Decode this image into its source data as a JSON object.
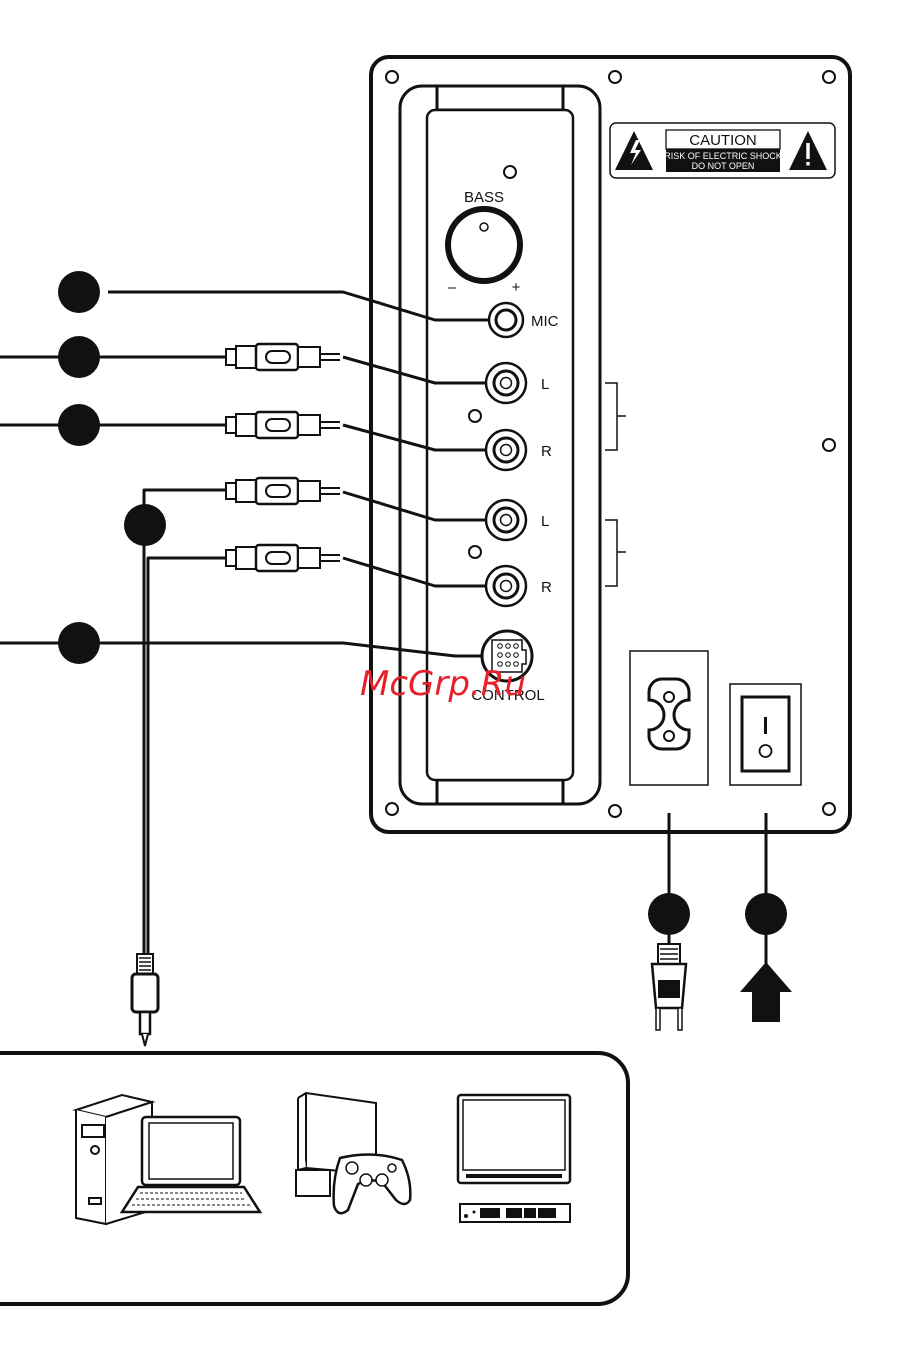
{
  "panel": {
    "bass_label": "BASS",
    "bass_minus": "–",
    "bass_plus": "+",
    "mic_label": "MIC",
    "input1_left_label": "L",
    "input1_right_label": "R",
    "input2_left_label": "L",
    "input2_right_label": "R",
    "control_label": "CONTROL",
    "power_on_symbol": "I",
    "power_off_symbol": "O"
  },
  "caution": {
    "title": "CAUTION",
    "line1": "RISK OF ELECTRIC SHOCK",
    "line2": "DO NOT OPEN"
  },
  "watermark": "McGrp.Ru",
  "colors": {
    "ink": "#111111",
    "watermark": "#e8202a"
  }
}
